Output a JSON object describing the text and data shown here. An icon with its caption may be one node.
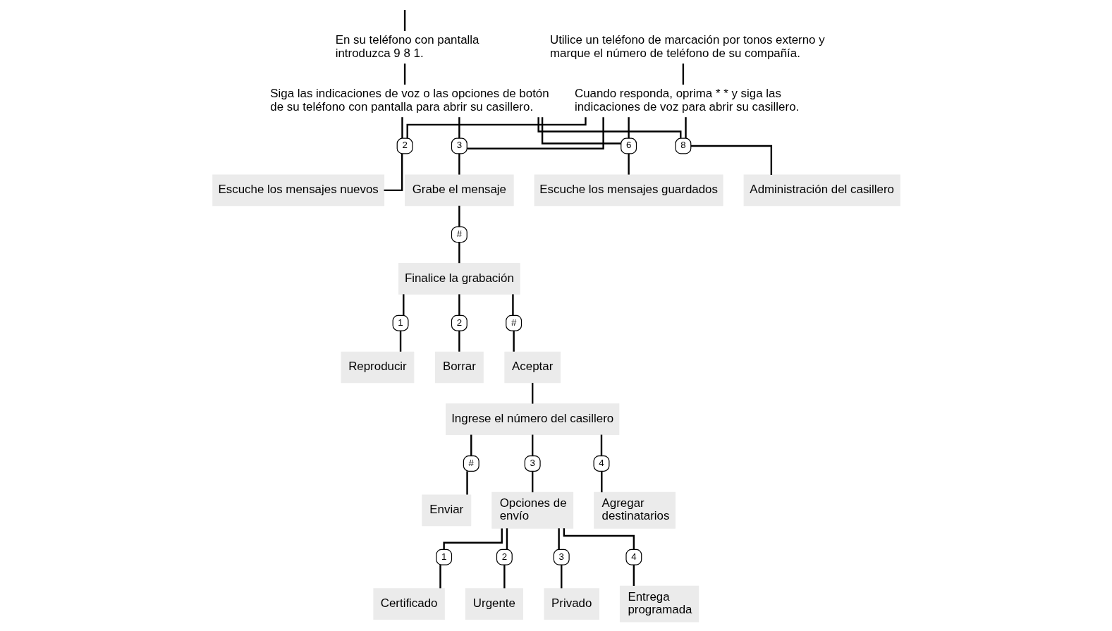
{
  "diagram": {
    "nodes": [
      {
        "text": [
          "En su teléfono con pantalla introduzca 9 8 1."
        ]
      },
      {
        "text": [
          "Siga las indicaciones de voz o las opciones de botón de su teléfono con pantalla para abrir su casillero."
        ]
      },
      {
        "text": [
          "Utilice un teléfono de marcación por tonos externo y marque el número de teléfono de su compañía."
        ]
      },
      {
        "text": [
          "Cuando responda, oprima * * y siga las indicaciones de voz para abrir su casillero."
        ]
      },
      {
        "text": [
          "2"
        ]
      },
      {
        "text": [
          "3"
        ]
      },
      {
        "text": [
          "6"
        ]
      },
      {
        "text": [
          "8"
        ]
      },
      {
        "text": [
          "Escuche los mensajes nuevos"
        ]
      },
      {
        "text": [
          "Grabe el mensaje"
        ]
      },
      {
        "text": [
          "Escuche los mensajes guardados"
        ]
      },
      {
        "text": [
          "Administración del casillero"
        ]
      },
      {
        "text": [
          "#"
        ]
      },
      {
        "text": [
          "Finalice la grabación"
        ]
      },
      {
        "text": [
          "1"
        ]
      },
      {
        "text": [
          "2"
        ]
      },
      {
        "text": [
          "#"
        ]
      },
      {
        "text": [
          "Reproducir"
        ]
      },
      {
        "text": [
          "Borrar"
        ]
      },
      {
        "text": [
          "Aceptar"
        ]
      },
      {
        "text": [
          "Ingrese el número del casillero"
        ]
      },
      {
        "text": [
          "#"
        ]
      },
      {
        "text": [
          "3"
        ]
      },
      {
        "text": [
          "4"
        ]
      },
      {
        "text": [
          "Enviar"
        ]
      },
      {
        "text": [
          "Opciones de envío"
        ]
      },
      {
        "text": [
          "Agregar destinatarios"
        ]
      },
      {
        "text": [
          "1"
        ]
      },
      {
        "text": [
          "2"
        ]
      },
      {
        "text": [
          "3"
        ]
      },
      {
        "text": [
          "4"
        ]
      },
      {
        "text": [
          "Certificado"
        ]
      },
      {
        "text": [
          "Urgente"
        ]
      },
      {
        "text": [
          "Privado"
        ]
      },
      {
        "text": [
          "Entrega programada"
        ]
      }
    ],
    "edges": [
      {
        "from": null,
        "to": 0,
        "arrow": "none"
      },
      {
        "from": 0,
        "to": 1,
        "arrow": "none"
      },
      {
        "from": 2,
        "to": 3,
        "arrow": "none"
      },
      {
        "from": 1,
        "to": 4,
        "arrow": "none"
      },
      {
        "from": 1,
        "to": 5,
        "arrow": "none"
      },
      {
        "from": 1,
        "to": 6,
        "arrow": "none"
      },
      {
        "from": 1,
        "to": 7,
        "arrow": "none"
      },
      {
        "from": 3,
        "to": 4,
        "arrow": "none"
      },
      {
        "from": 3,
        "to": 5,
        "arrow": "none"
      },
      {
        "from": 3,
        "to": 6,
        "arrow": "none"
      },
      {
        "from": 3,
        "to": 7,
        "arrow": "none"
      },
      {
        "from": 4,
        "to": 8,
        "arrow": "none"
      },
      {
        "from": 5,
        "to": 9,
        "arrow": "none"
      },
      {
        "from": 6,
        "to": 10,
        "arrow": "none"
      },
      {
        "from": 7,
        "to": 11,
        "arrow": "none"
      },
      {
        "from": 9,
        "to": 12,
        "arrow": "none"
      },
      {
        "from": 12,
        "to": 13,
        "arrow": "none"
      },
      {
        "from": 13,
        "to": 14,
        "arrow": "none"
      },
      {
        "from": 13,
        "to": 15,
        "arrow": "none"
      },
      {
        "from": 13,
        "to": 16,
        "arrow": "none"
      },
      {
        "from": 14,
        "to": 17,
        "arrow": "none"
      },
      {
        "from": 15,
        "to": 18,
        "arrow": "none"
      },
      {
        "from": 16,
        "to": 19,
        "arrow": "none"
      },
      {
        "from": 19,
        "to": 20,
        "arrow": "none"
      },
      {
        "from": 20,
        "to": 21,
        "arrow": "none"
      },
      {
        "from": 20,
        "to": 22,
        "arrow": "none"
      },
      {
        "from": 20,
        "to": 23,
        "arrow": "none"
      },
      {
        "from": 21,
        "to": 24,
        "arrow": "none"
      },
      {
        "from": 22,
        "to": 25,
        "arrow": "none"
      },
      {
        "from": 23,
        "to": 26,
        "arrow": "none"
      },
      {
        "from": 25,
        "to": 27,
        "arrow": "none"
      },
      {
        "from": 25,
        "to": 28,
        "arrow": "none"
      },
      {
        "from": 25,
        "to": 29,
        "arrow": "none"
      },
      {
        "from": 25,
        "to": 30,
        "arrow": "none"
      },
      {
        "from": 27,
        "to": 31,
        "arrow": "none"
      },
      {
        "from": 28,
        "to": 32,
        "arrow": "none"
      },
      {
        "from": 29,
        "to": 33,
        "arrow": "none"
      },
      {
        "from": 30,
        "to": 34,
        "arrow": "none"
      }
    ]
  }
}
